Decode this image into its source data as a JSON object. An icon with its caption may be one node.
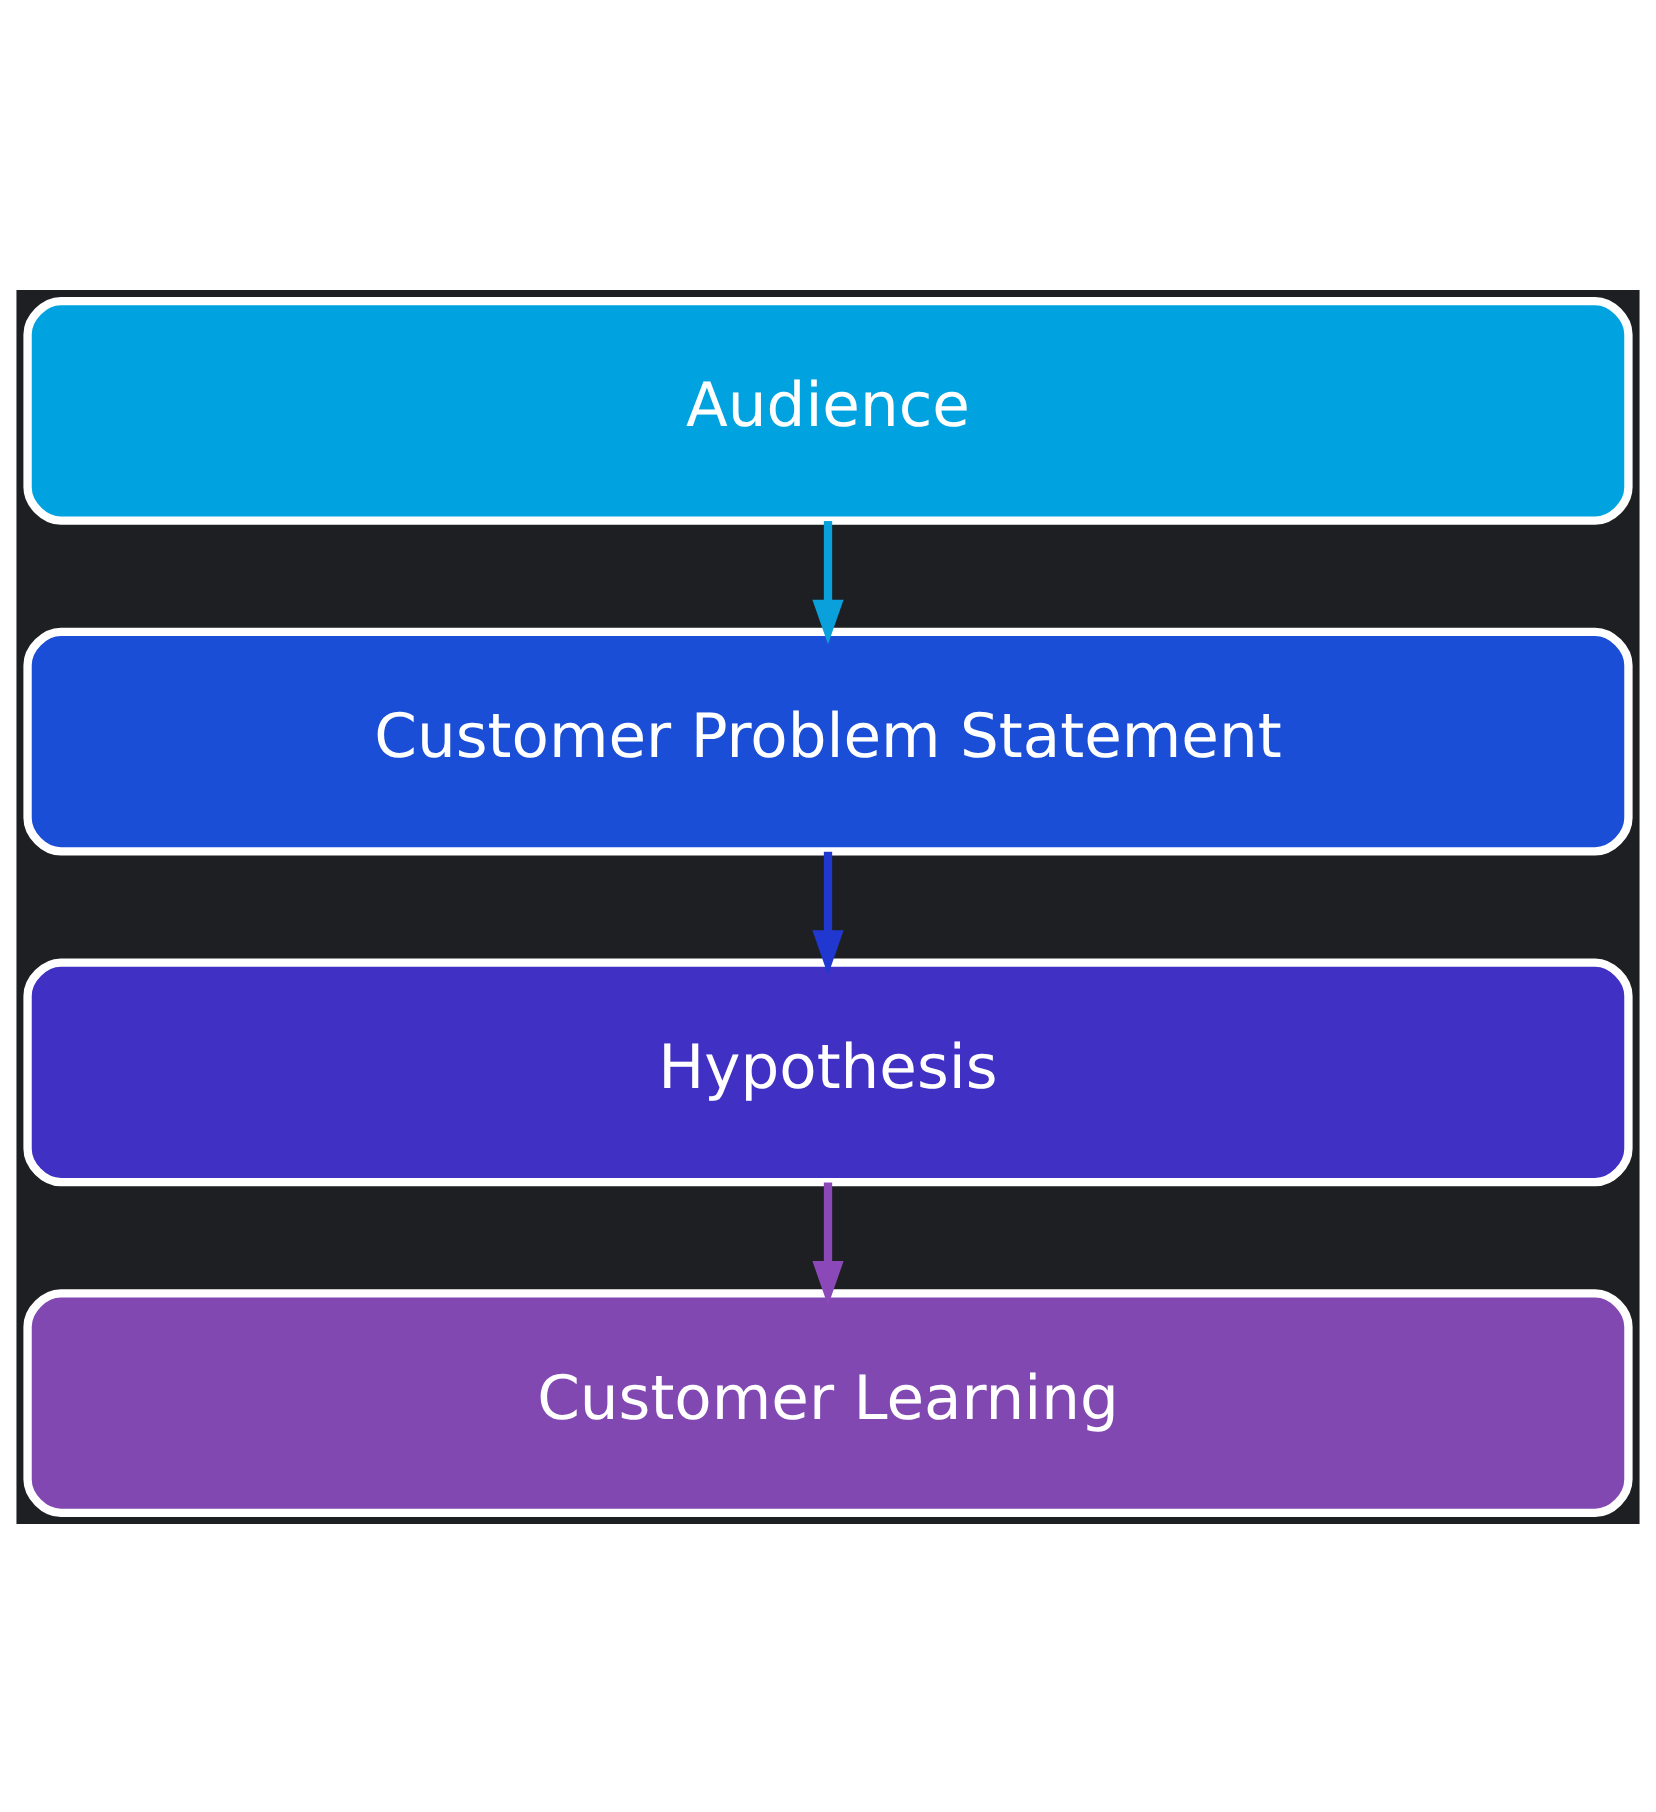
{
  "diagram": {
    "nodes": [
      {
        "text": [
          "Audience"
        ]
      },
      {
        "text": [
          "Customer Problem Statement"
        ]
      },
      {
        "text": [
          "Hypothesis"
        ]
      },
      {
        "text": [
          "Customer Learning"
        ]
      }
    ],
    "edges": [
      {
        "from": 0,
        "to": 1,
        "arrow": "to",
        "color": "#0aa0dc"
      },
      {
        "from": 1,
        "to": 2,
        "arrow": "to",
        "color": "#2038d0"
      },
      {
        "from": 2,
        "to": 3,
        "arrow": "to",
        "color": "#8a48b8"
      }
    ]
  }
}
